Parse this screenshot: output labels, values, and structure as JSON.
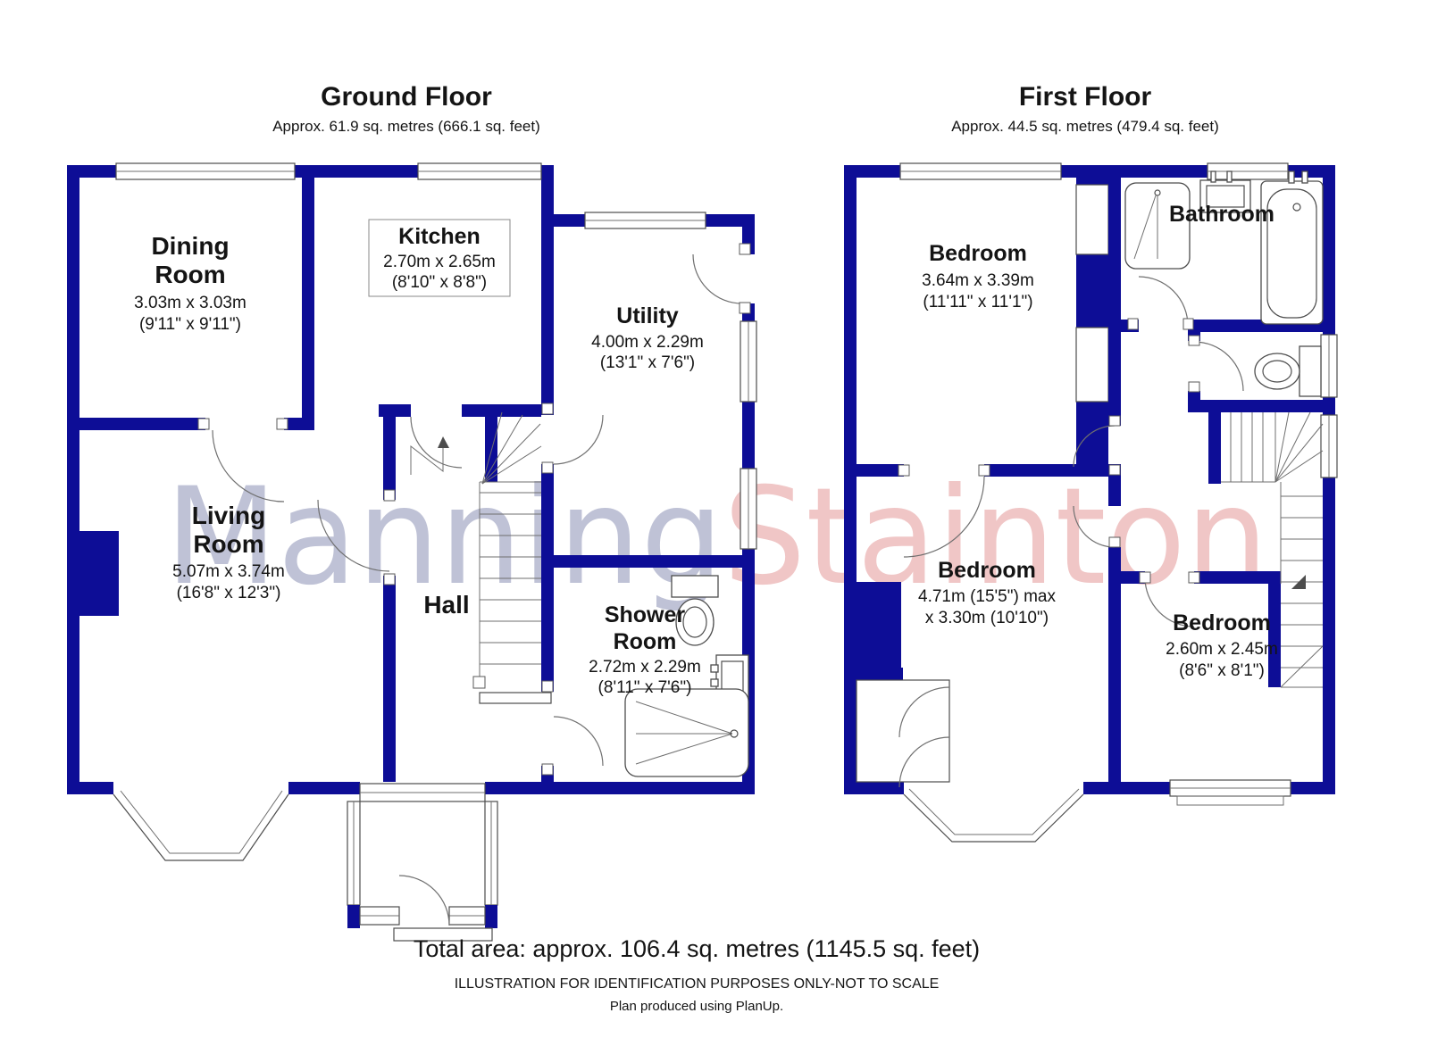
{
  "ground_floor": {
    "title": "Ground Floor",
    "subtitle": "Approx. 61.9 sq. metres (666.1 sq. feet)",
    "rooms": {
      "dining": {
        "name1": "Dining",
        "name2": "Room",
        "dim_m": "3.03m x 3.03m",
        "dim_ft": "(9'11\" x 9'11\")"
      },
      "kitchen": {
        "name1": "Kitchen",
        "dim_m": "2.70m x 2.65m",
        "dim_ft": "(8'10\" x 8'8\")"
      },
      "utility": {
        "name1": "Utility",
        "dim_m": "4.00m x 2.29m",
        "dim_ft": "(13'1\" x 7'6\")"
      },
      "living": {
        "name1": "Living",
        "name2": "Room",
        "dim_m": "5.07m x 3.74m",
        "dim_ft": "(16'8\" x 12'3\")"
      },
      "hall": {
        "name1": "Hall"
      },
      "shower": {
        "name1": "Shower",
        "name2": "Room",
        "dim_m": "2.72m x 2.29m",
        "dim_ft": "(8'11\" x 7'6\")"
      }
    }
  },
  "first_floor": {
    "title": "First Floor",
    "subtitle": "Approx. 44.5 sq. metres (479.4 sq. feet)",
    "rooms": {
      "bedroom1": {
        "name1": "Bedroom",
        "dim_m": "3.64m x 3.39m",
        "dim_ft": "(11'11\" x 11'1\")"
      },
      "bathroom": {
        "name1": "Bathroom"
      },
      "bedroom2": {
        "name1": "Bedroom",
        "dim_m": "4.71m (15'5\") max",
        "dim_ft": "x 3.30m (10'10\")"
      },
      "bedroom3": {
        "name1": "Bedroom",
        "dim_m": "2.60m x 2.45m",
        "dim_ft": "(8'6\" x 8'1\")"
      }
    }
  },
  "footer": {
    "total_area": "Total area: approx. 106.4 sq. metres (1145.5 sq. feet)",
    "disclaimer": "ILLUSTRATION FOR IDENTIFICATION PURPOSES ONLY-NOT TO SCALE",
    "produced": "Plan produced using PlanUp."
  },
  "watermark": {
    "part1": "Manning",
    "part2": "Stainton"
  },
  "colors": {
    "wall": "#0d0d96",
    "watermark_blue": "#bfc2d6",
    "watermark_pink": "#f0c6c6"
  }
}
